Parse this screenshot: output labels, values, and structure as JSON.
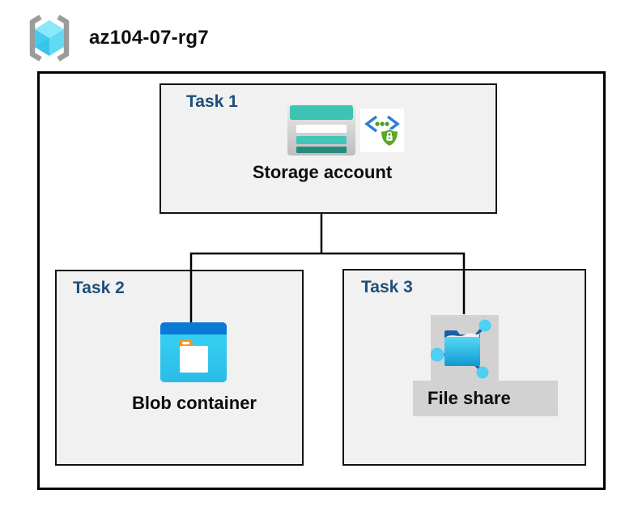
{
  "header": {
    "title": "az104-07-rg7",
    "icon": "resource-group-icon"
  },
  "tasks": [
    {
      "label": "Task 1",
      "item": "Storage account",
      "icons": [
        "storage-account-icon",
        "access-policy-icon"
      ]
    },
    {
      "label": "Task 2",
      "item": "Blob container",
      "icons": [
        "blob-container-icon"
      ]
    },
    {
      "label": "Task 3",
      "item": "File share",
      "icons": [
        "file-share-icon"
      ]
    }
  ],
  "colors": {
    "task_label_blue": "#1e4e79",
    "box_fill_gray": "#f1f1f1",
    "box_border": "#000000",
    "storage_teal": "#3cc3b3",
    "storage_teal_dark": "#28897d",
    "container_bar_blue": "#0b79d6",
    "container_cyan": "#32cdf0",
    "folder_tab_orange": "#f7941d",
    "fileshare_flap_blue": "#1b5ea6",
    "fileshare_node_cyan": "#4ed0f4",
    "policy_shield_green": "#5ba829",
    "policy_chevron_blue": "#2e7cd4",
    "cube_cyan_light": "#8ae8f8",
    "bracket_gray": "#9b9b9b",
    "selection_gray": "#d2d2d2"
  }
}
